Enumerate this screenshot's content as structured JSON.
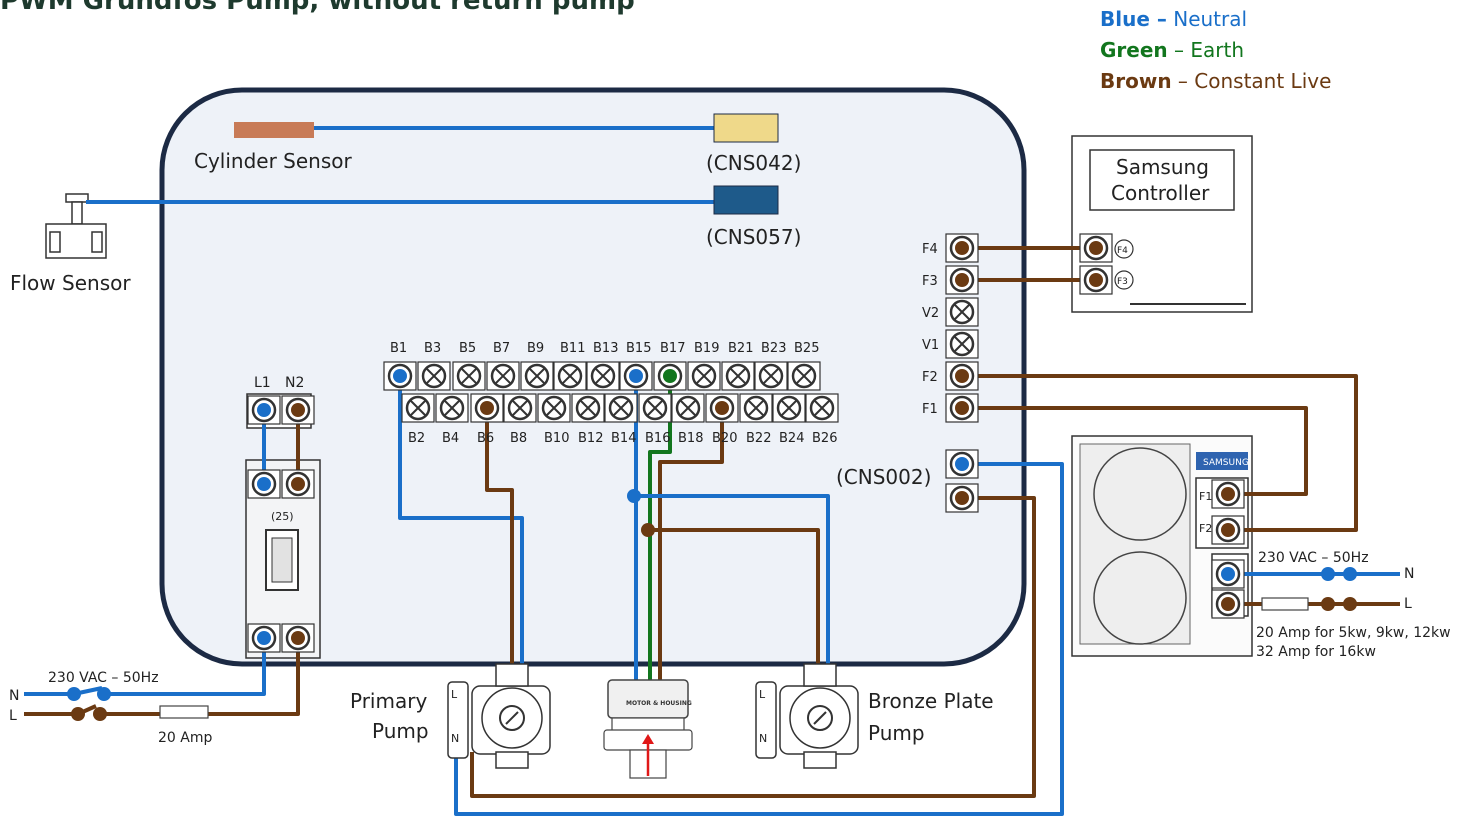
{
  "title": "PWM Grundfos Pump, without return pump",
  "legend": [
    {
      "key": "Blue –",
      "value": "Neutral",
      "color": "#1a6fc9"
    },
    {
      "key": "Green",
      "value": " – Earth",
      "color": "#12761e"
    },
    {
      "key": "Brown",
      "value": " – Constant Live",
      "color": "#6b3a12"
    }
  ],
  "labels": {
    "cylinder_sensor": "Cylinder Sensor",
    "flow_sensor": "Flow Sensor",
    "cns042": "(CNS042)",
    "cns057": "(CNS057)",
    "cns002": "(CNS002)",
    "controller": [
      "Samsung",
      "Controller"
    ],
    "primary_pump": [
      "Primary",
      "Pump"
    ],
    "bronze_pump": [
      "Bronze Plate",
      "Pump"
    ],
    "valve_text": "MOTOR & HOUSING",
    "breaker_rating": "(25)",
    "supply_left": "230 VAC – 50Hz",
    "fuse_left": "20 Amp",
    "supply_right": "230 VAC – 50Hz",
    "fuse_right": [
      "20 Amp for 5kw, 9kw, 12kw",
      "32 Amp for 16kw"
    ],
    "n": "N",
    "l": "L",
    "l1": "L1",
    "n2": "N2",
    "outdoor_brand": "SAMSUNG"
  },
  "terminals_top": [
    "B1",
    "B3",
    "B5",
    "B7",
    "B9",
    "B11",
    "B13",
    "B15",
    "B17",
    "B19",
    "B21",
    "B23",
    "B25"
  ],
  "terminals_bottom": [
    "B2",
    "B4",
    "B6",
    "B8",
    "B10",
    "B12",
    "B14",
    "B16",
    "B18",
    "B20",
    "B22",
    "B24",
    "B26"
  ],
  "terminals_right": [
    "F4",
    "F3",
    "V2",
    "V1",
    "F2",
    "F1"
  ],
  "controller_terminals": [
    "F4",
    "F3"
  ],
  "outdoor_terminals": [
    "F1",
    "F2"
  ],
  "pump_terminals": [
    "L",
    "N"
  ],
  "colors": {
    "blue": "#1a6fc9",
    "green": "#12761e",
    "brown": "#6b3a12",
    "panel": "#eef2f8",
    "border": "#1c2a44"
  }
}
